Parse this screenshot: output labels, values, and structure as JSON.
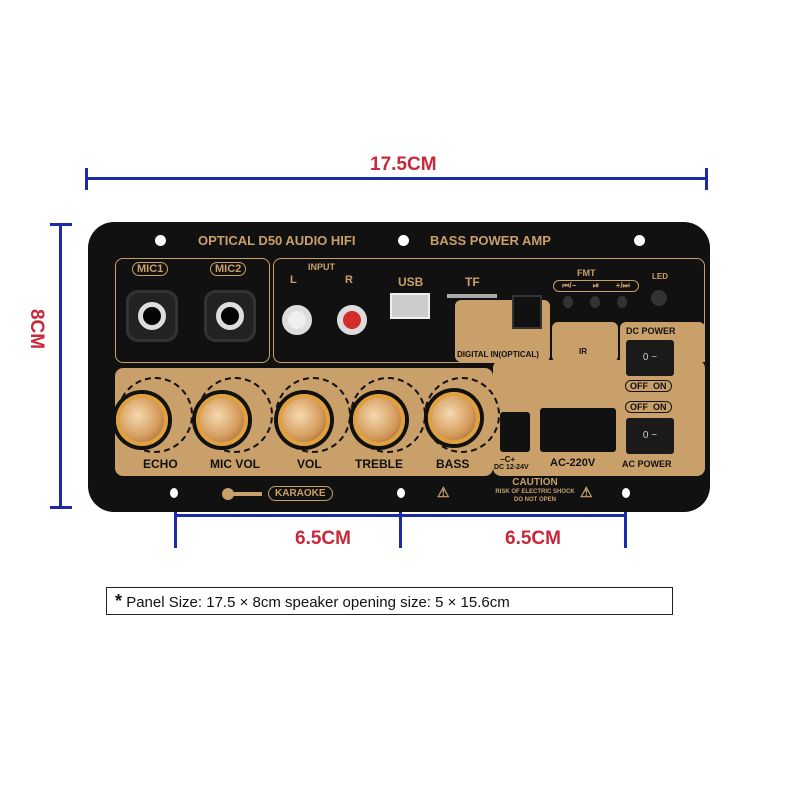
{
  "dimensions": {
    "width": "17.5CM",
    "height": "8CM",
    "spacing_left": "6.5CM",
    "spacing_right": "6.5CM"
  },
  "panel": {
    "title_left": "OPTICAL D50 AUDIO HIFI",
    "title_right": "BASS POWER AMP",
    "mic1": "MIC1",
    "mic2": "MIC2",
    "input": "INPUT",
    "l": "L",
    "r": "R",
    "usb": "USB",
    "tf": "TF",
    "fmt": "FMT",
    "buttons": [
      "⏮/−",
      "⏯",
      "+/⏭"
    ],
    "led": "LED",
    "digital_in": "DIGITAL IN(OPTICAL)",
    "ir": "IR",
    "dc_power": "DC POWER",
    "off": "OFF",
    "on": "ON",
    "switch_mark": "0 −",
    "knobs": [
      "ECHO",
      "MIC VOL",
      "VOL",
      "TREBLE",
      "BASS"
    ],
    "minus": "−",
    "plus": "+",
    "dc_label": "DC 12-24V",
    "dc_polarity": "−C+",
    "ac": "AC-220V",
    "ac_power": "AC POWER",
    "karaoke": "KARAOKE",
    "caution": "CAUTION",
    "caution_1": "RISK OF ELECTRIC SHOCK",
    "caution_2": "DO NOT OPEN"
  },
  "note": {
    "star": "*",
    "text": "Panel Size: 17.5 × 8cm speaker opening size: 5 × 15.6cm"
  },
  "colors": {
    "gold": "#c9a06a",
    "dimension_line": "#1d2aa8",
    "dimension_text": "#c8283a"
  }
}
